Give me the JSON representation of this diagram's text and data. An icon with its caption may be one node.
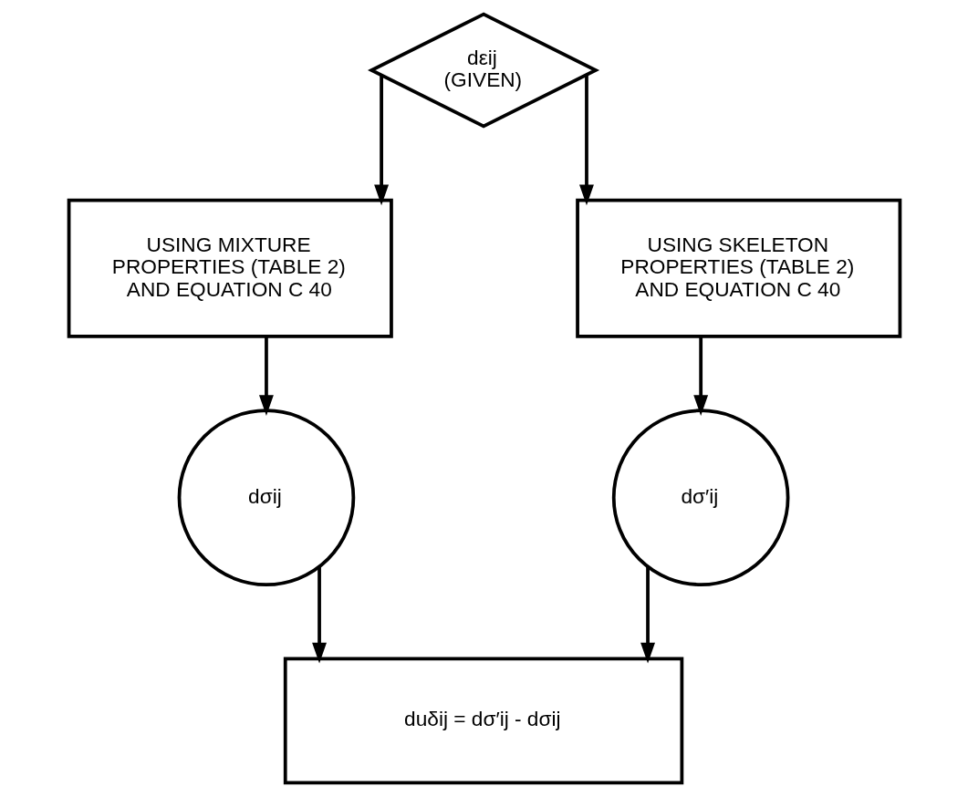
{
  "diagram": {
    "nodes": [
      {
        "text": [
          "dεij",
          "(GIVEN)"
        ]
      },
      {
        "text": [
          "USING MIXTURE PROPERTIES (TABLE 2) AND EQUATION C 40"
        ]
      },
      {
        "text": [
          "USING SKELETON PROPERTIES (TABLE 2) AND EQUATION C 40"
        ]
      },
      {
        "text": [
          "dσij"
        ]
      },
      {
        "text": [
          "dσ′ij"
        ]
      },
      {
        "text": [
          "duδij = dσ′ij - dσij"
        ]
      }
    ],
    "edges": [
      {
        "from": 0,
        "to": 1,
        "arrow": "to"
      },
      {
        "from": 0,
        "to": 2,
        "arrow": "to"
      },
      {
        "from": 1,
        "to": 3,
        "arrow": "to"
      },
      {
        "from": 2,
        "to": 4,
        "arrow": "to"
      },
      {
        "from": 3,
        "to": 5,
        "arrow": "to"
      },
      {
        "from": 4,
        "to": 5,
        "arrow": "to"
      }
    ]
  }
}
